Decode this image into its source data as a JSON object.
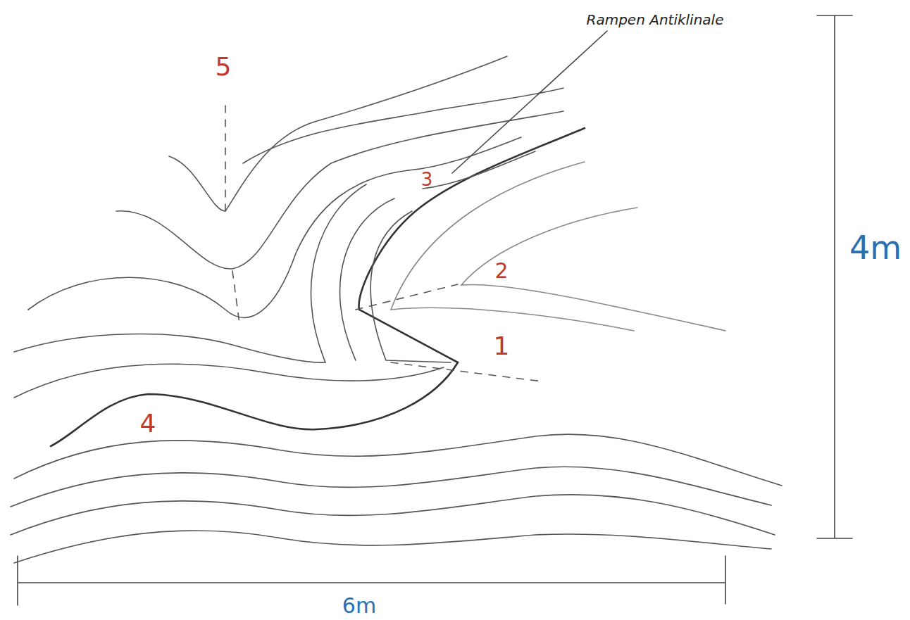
{
  "diagram": {
    "labels": [
      "Rampen Antiklinale",
      "5",
      "3",
      "2",
      "1",
      "4",
      "4m",
      "6m"
    ]
  }
}
